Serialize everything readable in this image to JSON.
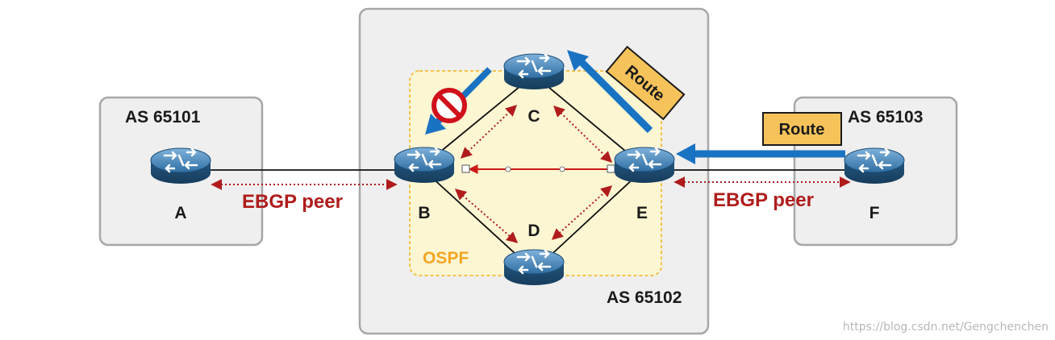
{
  "autonomous_systems": {
    "as1": "AS 65101",
    "as2": "AS 65102",
    "as3": "AS 65103"
  },
  "igp": "OSPF",
  "routers": {
    "a": "A",
    "b": "B",
    "c": "C",
    "d": "D",
    "e": "E",
    "f": "F"
  },
  "peer_links": {
    "left": "EBGP peer",
    "right": "EBGP peer"
  },
  "route_tags": {
    "from_f": "Route",
    "to_c": "Route"
  },
  "colors": {
    "router_body": "#2f6ea3",
    "peer_text": "#b01c1c",
    "route_arrow": "#1a73c2",
    "route_tag": "#f6c35b",
    "ospf_area": "#fdf6d3",
    "ospf_text": "#f5a623",
    "block_icon": "#d0101a"
  },
  "watermark": "https://blog.csdn.net/Gengchenchen"
}
